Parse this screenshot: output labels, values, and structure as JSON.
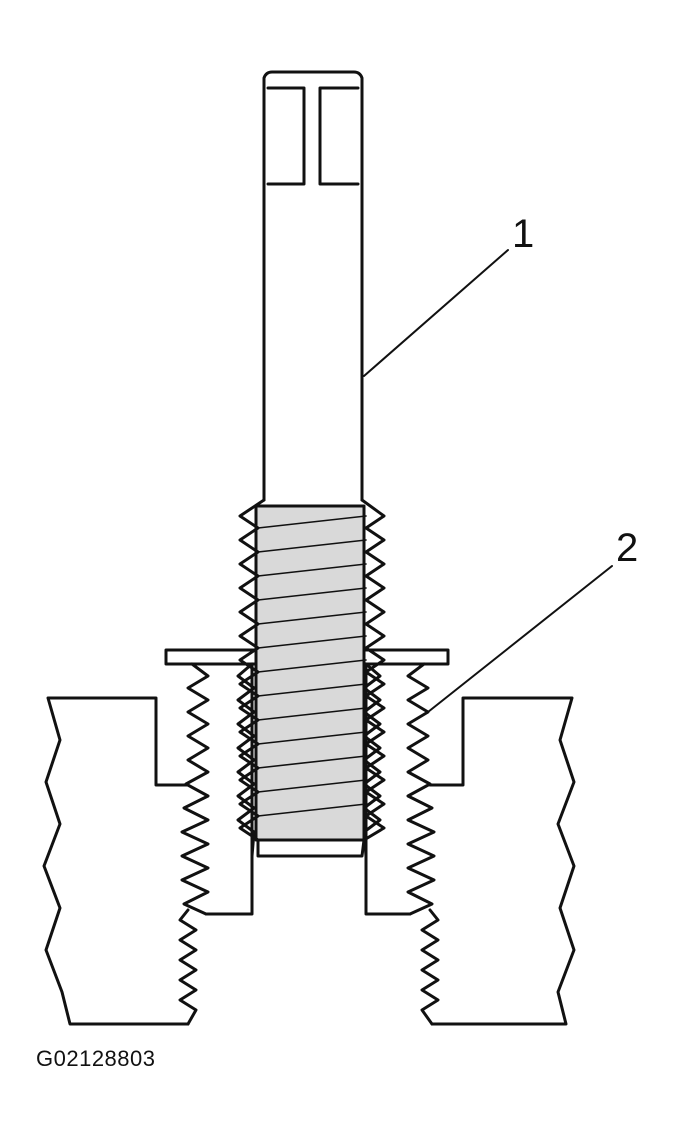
{
  "callouts": {
    "one": "1",
    "two": "2"
  },
  "figure_code": "G02128803",
  "colors": {
    "line": "#111111",
    "background": "#ffffff",
    "thread_shade": "#d9d9d9"
  }
}
